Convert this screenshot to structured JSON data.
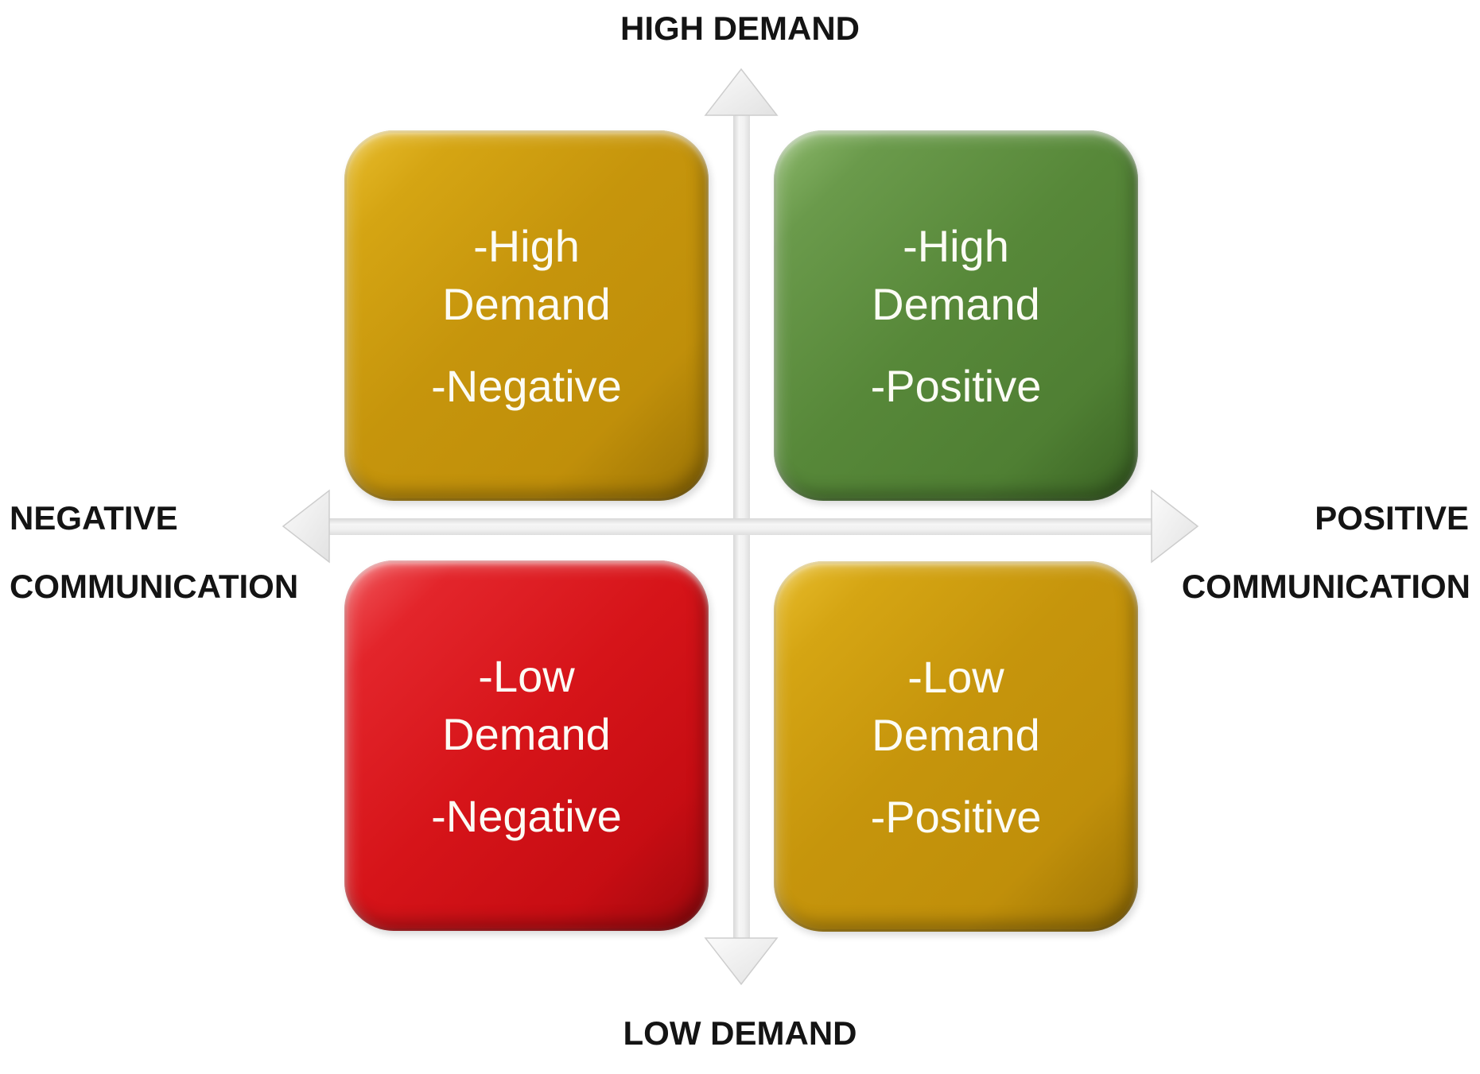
{
  "diagram": {
    "type": "quadrant-matrix",
    "axes": {
      "top": "HIGH DEMAND",
      "bottom": "LOW DEMAND",
      "left": [
        "NEGATIVE",
        "COMMUNICATION"
      ],
      "right": [
        "POSITIVE",
        "COMMUNICATION"
      ],
      "arrow_directions": [
        "up",
        "down",
        "left",
        "right"
      ]
    },
    "quadrants": [
      {
        "position": "top-left",
        "color": "#C6950C",
        "lines": [
          "-High",
          "Demand",
          "-Negative"
        ]
      },
      {
        "position": "top-right",
        "color": "#578839",
        "lines": [
          "-High",
          "Demand",
          "-Positive"
        ]
      },
      {
        "position": "bottom-left",
        "color": "#D61419",
        "lines": [
          "-Low",
          "Demand",
          "-Negative"
        ]
      },
      {
        "position": "bottom-right",
        "color": "#C6950C",
        "lines": [
          "-Low",
          "Demand",
          "-Positive"
        ]
      }
    ],
    "colors": {
      "gold": "#C6950C",
      "green": "#578839",
      "red": "#D61419",
      "axis_arrow": "#F1F1F1",
      "axis_arrow_border": "#CDCDCD",
      "axis_label_text": "#141414",
      "quadrant_text": "#FFFFFF",
      "background": "#FFFFFF"
    }
  }
}
